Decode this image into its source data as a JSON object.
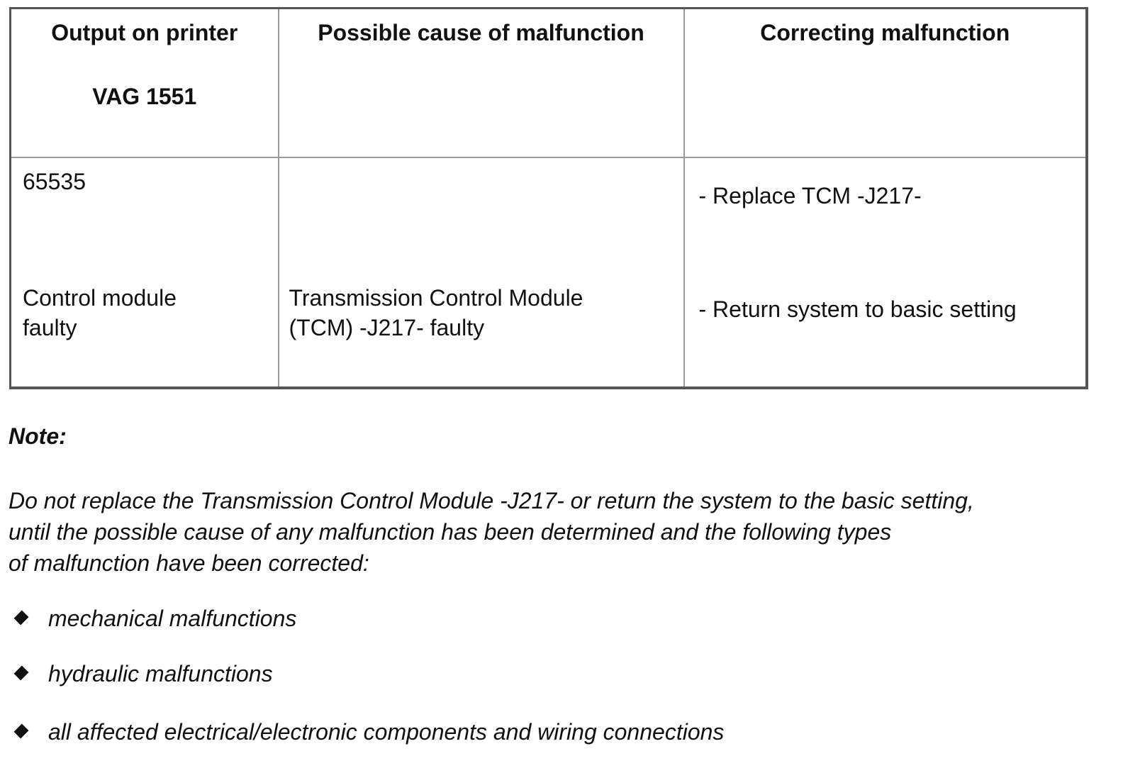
{
  "table": {
    "headers": {
      "col1_line1": "Output on printer",
      "col1_line2": "VAG 1551",
      "col2": "Possible cause of malfunction",
      "col3": "Correcting malfunction"
    },
    "row": {
      "code": "65535",
      "description_line1": "Control module",
      "description_line2": "faulty",
      "cause_line1": "Transmission Control Module",
      "cause_line2": "(TCM) -J217- faulty",
      "fix1": "- Replace TCM -J217-",
      "fix2": "- Return system to basic setting"
    }
  },
  "note": {
    "title": "Note:",
    "lines": [
      "Do not replace the Transmission Control Module -J217- or return the system to the basic setting,",
      "until the possible cause of any malfunction has been determined and the following types",
      "of malfunction have been corrected:"
    ],
    "bullets": [
      "mechanical malfunctions",
      "hydraulic malfunctions",
      "all affected electrical/electronic components and wiring connections"
    ]
  }
}
